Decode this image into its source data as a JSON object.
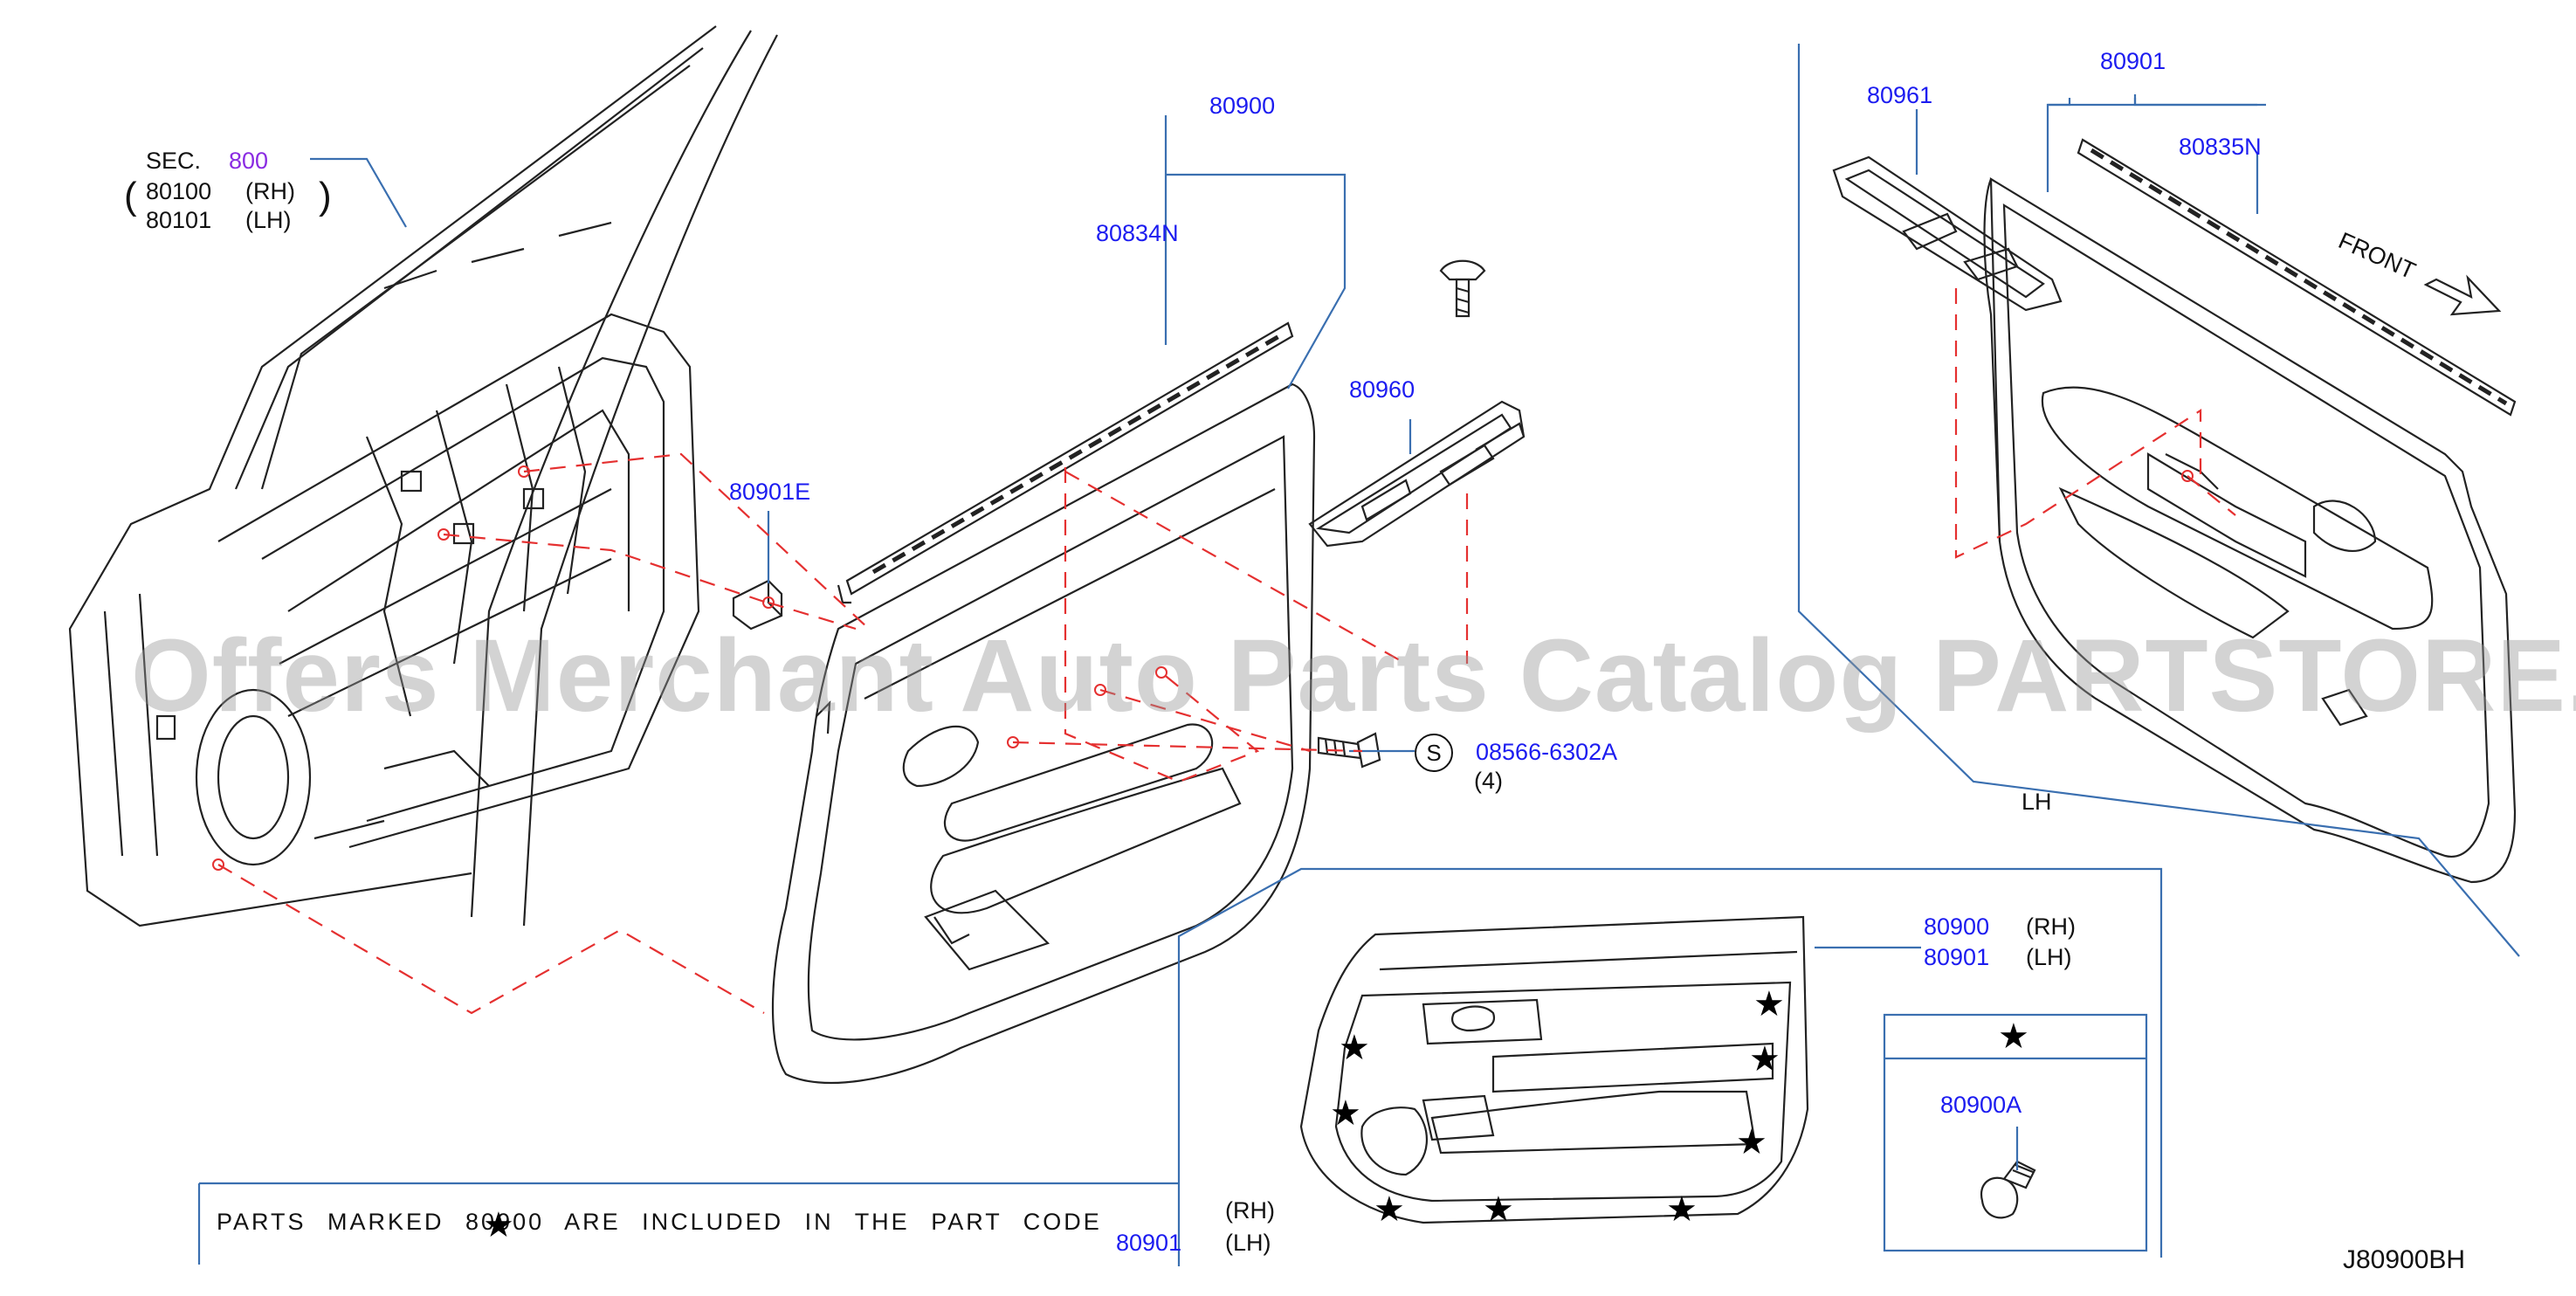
{
  "labels": {
    "sec_prefix": "SEC.",
    "sec_number": "800",
    "door_rh_code": "80100",
    "door_rh_side": "(RH)",
    "door_lh_code": "80101",
    "door_lh_side": "(LH)",
    "trim_rh": "80900",
    "trim_lh": "80901",
    "finisher_rh": "80834N",
    "finisher_lh": "80835N",
    "clip_e": "80901E",
    "switch_rh": "80960",
    "switch_lh": "80961",
    "screw_symbol": "S",
    "screw_code": "08566-6302A",
    "screw_qty": "(4)",
    "lh_side": "LH",
    "front": "FRONT",
    "inset_rh_code": "80900",
    "inset_rh_side": "(RH)",
    "inset_lh_code": "80901",
    "inset_lh_side": "(LH)",
    "clip_a": "80900A",
    "note_text": "PARTS MARKED 80900 ARE INCLUDED IN THE PART CODE",
    "note_rh_side": "(RH)",
    "note_lh_code": "80901",
    "note_lh_side": "(LH)",
    "diagram_code": "J80900BH"
  },
  "watermark": "Offers Merchant Auto Parts Catalog PARTSTORE.SA",
  "colors": {
    "part_number": "#1c1cf0",
    "section_link": "#8a2be2",
    "leader_line": "#3a6fb0",
    "dashed_guide": "#e53030",
    "drawing": "#222222"
  }
}
